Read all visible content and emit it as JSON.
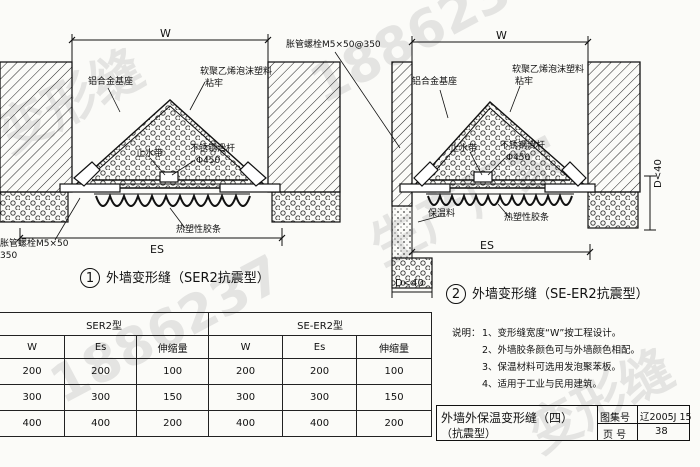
{
  "detail1": {
    "dim_w": "W",
    "label_aluminum_base": "铝合金基座",
    "label_foam": "软聚乙烯泡沫塑料",
    "label_foam_2": "粘牢",
    "label_water_stop": "止水带",
    "label_steel_bar": "不锈钢滑杆",
    "label_steel_bar_dia": "Φ450",
    "label_bolt": "胀管螺栓M5×50",
    "label_bolt_spacing": "350",
    "label_strip": "热塑性胶条",
    "dim_es": "ES",
    "caption_num": "1",
    "caption": "外墙变形缝（SER2抗震型）"
  },
  "detail2": {
    "label_bolt_top": "胀管螺栓M5×50@350",
    "dim_w": "W",
    "label_aluminum_base": "铝合金基座",
    "label_foam": "软聚乙烯泡沫塑料",
    "label_foam_2": "粘牢",
    "label_water_stop": "止水带",
    "label_steel_bar": "不锈钢滑杆",
    "label_steel_bar_dia": "Φ450",
    "label_insulation": "保温料",
    "label_strip": "热塑性胶条",
    "dim_es": "ES",
    "dim_d40_v": "D<40",
    "dim_d40_h": "D<40",
    "caption_num": "2",
    "caption": "外墙变形缝（SE-ER2抗震型）"
  },
  "table": {
    "group1_title": "SER2型",
    "group2_title": "SE-ER2型",
    "headers": [
      "W",
      "Es",
      "伸缩量",
      "W",
      "Es",
      "伸缩量"
    ],
    "rows": [
      [
        "200",
        "200",
        "100",
        "200",
        "200",
        "100"
      ],
      [
        "300",
        "300",
        "150",
        "300",
        "300",
        "150"
      ],
      [
        "400",
        "400",
        "200",
        "400",
        "400",
        "200"
      ]
    ]
  },
  "notes": {
    "title": "说明：",
    "items": [
      "1、变形缝宽度“W”按工程设计。",
      "2、外墙胶条颜色可与外墙颜色相配。",
      "3、保温材料可选用发泡聚苯板。",
      "4、适用于工业与民用建筑。"
    ]
  },
  "title_block": {
    "title": "外墙外保温变形缝（四）",
    "subtitle": "（抗震型）",
    "atlas_label": "图集号",
    "atlas_value": "辽2005J 15",
    "page_label": "页 号",
    "page_value": "38"
  },
  "watermark": [
    "变形缝",
    "1886237",
    "生产厂家",
    "1886237",
    "变形缝"
  ]
}
